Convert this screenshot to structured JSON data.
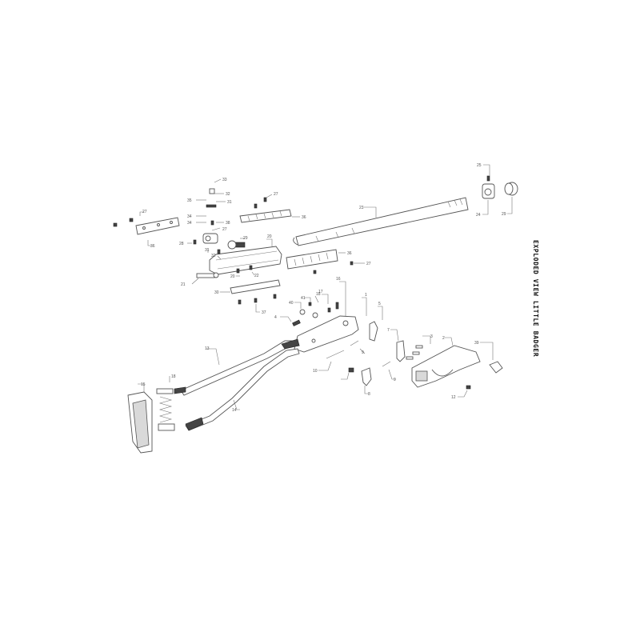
{
  "title": "EXPLODED VIEW LITTLE BADGER",
  "part_numbers": {
    "p1": "1",
    "p2": "2",
    "p3": "3",
    "p4": "4",
    "p5": "5",
    "p7": "7",
    "p8": "8",
    "p9": "9",
    "p9b": "9",
    "p10": "10",
    "p12": "12",
    "p13": "13",
    "p14": "14",
    "p15": "15",
    "p16": "16",
    "p17": "17",
    "p18": "18",
    "p20": "20",
    "p21": "21",
    "p22": "22",
    "p23": "23",
    "p24": "24",
    "p25": "25",
    "p26": "26",
    "p27a": "27",
    "p27b": "27",
    "p27c": "27",
    "p27d": "27",
    "p28": "28",
    "p29": "29",
    "p30": "30",
    "p31": "31",
    "p32": "32",
    "p33": "33",
    "p34": "34",
    "p35": "35",
    "p36a": "36",
    "p36b": "36",
    "p36c": "36",
    "p37": "37",
    "p38": "38",
    "p39": "39",
    "p40": "40",
    "p41": "41",
    "p42": "42"
  }
}
